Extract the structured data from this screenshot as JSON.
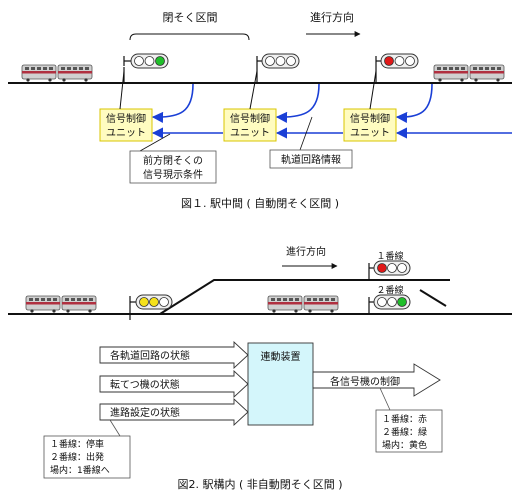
{
  "colors": {
    "rail": "#111111",
    "blue_arrow": "#1a3fd6",
    "unit_fill": "#fffcc0",
    "unit_border": "#d8c600",
    "interlock_fill": "#d4f6fb",
    "lamp_red": "#e01818",
    "lamp_green": "#1fbf2a",
    "lamp_yellow": "#f5e11a",
    "lamp_off": "#ffffff",
    "train_body": "#d0d0d0"
  },
  "fig1": {
    "block_section_label": "閉そく区間",
    "direction_label": "進行方向",
    "unit_label_line1": "信号制御",
    "unit_label_line2": "ユニット",
    "callout_forward_line1": "前方閉そくの",
    "callout_forward_line2": "信号現示条件",
    "callout_track_circuit": "軌道回路情報",
    "caption": "図１. 駅中間 ( 自動閉そく区間 )",
    "signals": [
      {
        "lamps": [
          "off",
          "off",
          "green"
        ]
      },
      {
        "lamps": [
          "off",
          "off",
          "off"
        ]
      },
      {
        "lamps": [
          "red",
          "off",
          "off"
        ]
      }
    ]
  },
  "fig2": {
    "direction_label": "進行方向",
    "track1_label": "１番線",
    "track2_label": "２番線",
    "interlocking_label": "連動装置",
    "input1": "各軌道回路の状態",
    "input2": "転てつ機の状態",
    "input3": "進路設定の状態",
    "output": "各信号機の制御",
    "route_note": [
      "１番線：停車",
      "２番線：出発",
      "場内：1番線へ"
    ],
    "signal_note": [
      "１番線：赤",
      "２番線：緑",
      "場内：黄色"
    ],
    "caption": "図2. 駅構内 ( 非自動閉そく区間 )",
    "home_signal": {
      "lamps": [
        "yellow",
        "yellow",
        "off"
      ]
    },
    "track1_signal": {
      "lamps": [
        "red",
        "off",
        "off"
      ]
    },
    "track2_signal": {
      "lamps": [
        "off",
        "off",
        "green"
      ]
    }
  }
}
